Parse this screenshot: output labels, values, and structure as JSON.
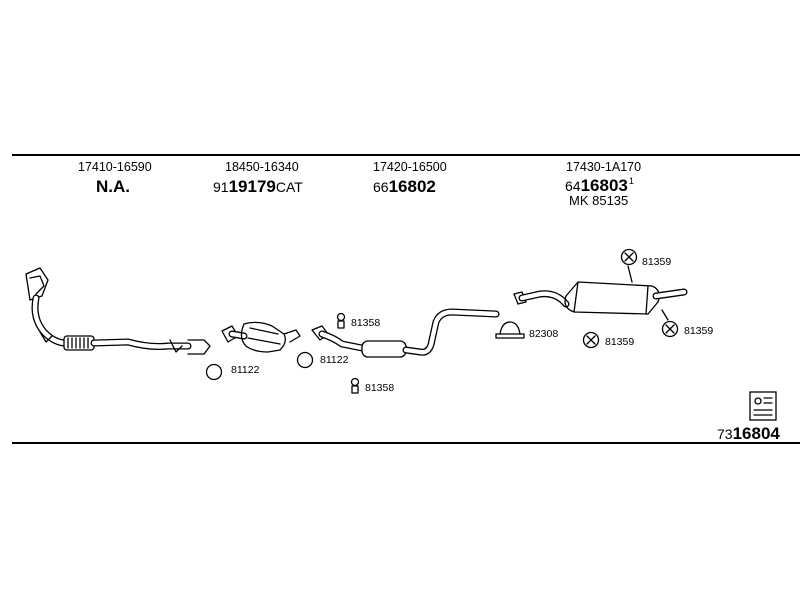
{
  "parts": [
    {
      "code": "17410-16590",
      "name": "N.A."
    },
    {
      "code": "18450-16340",
      "prefix": "91",
      "number": "19179",
      "suffix": "CAT"
    },
    {
      "code": "17420-16500",
      "prefix": "66",
      "number": "16802"
    },
    {
      "code": "17430-1A170",
      "prefix": "64",
      "number": "16803",
      "note": "1",
      "extra": "MK  85135"
    }
  ],
  "labels": {
    "ring_left": "81122",
    "ring_mid": "81122",
    "bolt_top": "81358",
    "bolt_bottom": "81358",
    "clamp": "82308",
    "hanger_top": "81359",
    "hanger_mid": "81359",
    "hanger_right": "81359"
  },
  "kit": {
    "prefix": "73",
    "number": "16804"
  }
}
